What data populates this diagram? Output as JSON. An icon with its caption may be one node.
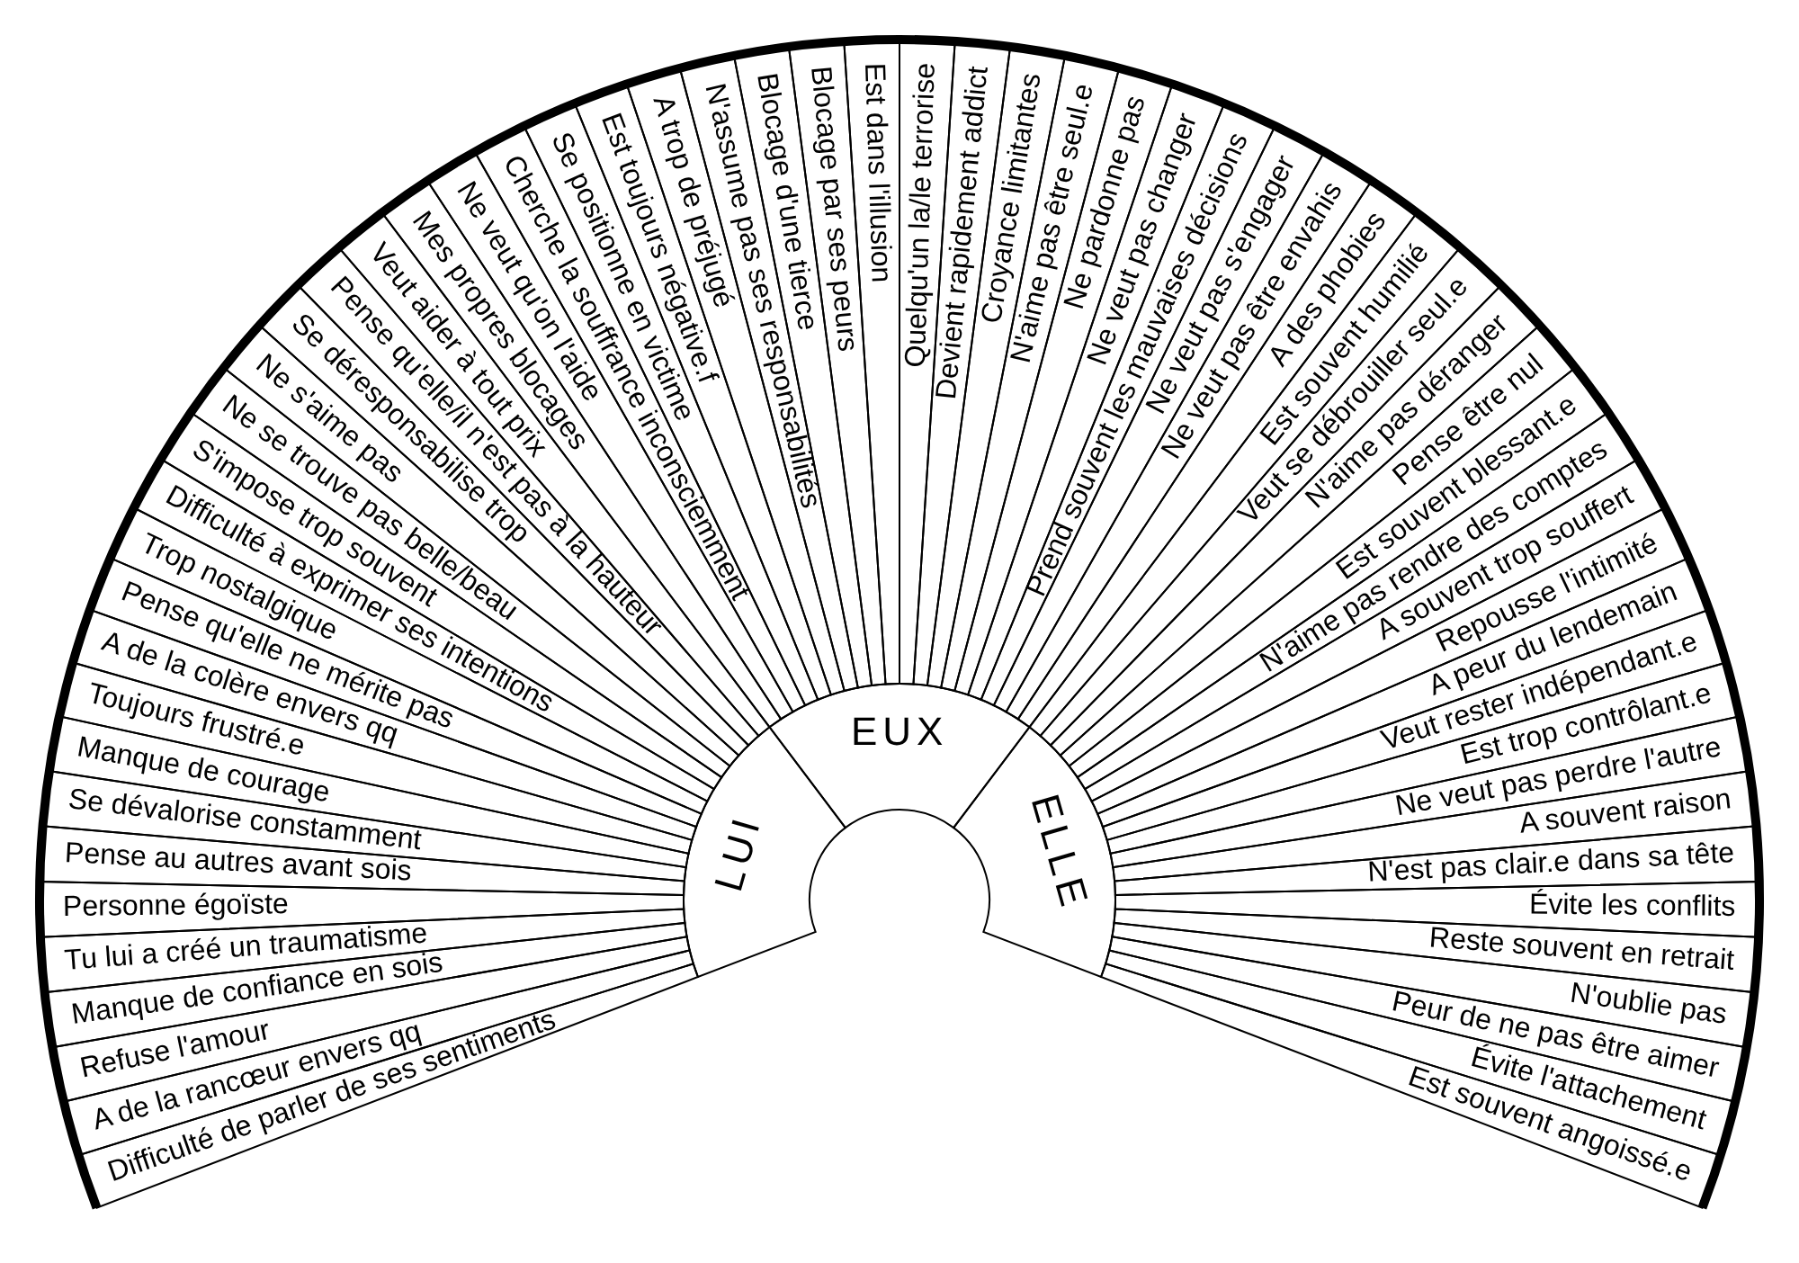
{
  "diagram": {
    "nodes": [
      {
        "text": [
          "LUI"
        ]
      },
      {
        "text": [
          "EUX"
        ]
      },
      {
        "text": [
          "ELLE"
        ]
      },
      {
        "text": [
          "Difficulté de parler de ses sentiments"
        ]
      },
      {
        "text": [
          "A de la rancœur envers qq"
        ]
      },
      {
        "text": [
          "Refuse l'amour"
        ]
      },
      {
        "text": [
          "Manque de confiance en sois"
        ]
      },
      {
        "text": [
          "Tu lui a créé un traumatisme"
        ]
      },
      {
        "text": [
          "Personne égoïste"
        ]
      },
      {
        "text": [
          "Pense au autres avant sois"
        ]
      },
      {
        "text": [
          "Se dévalorise constamment"
        ]
      },
      {
        "text": [
          "Manque de courage"
        ]
      },
      {
        "text": [
          "Toujours frustré.e"
        ]
      },
      {
        "text": [
          "A de la colère envers qq"
        ]
      },
      {
        "text": [
          "Pense qu'elle ne mérite pas"
        ]
      },
      {
        "text": [
          "Trop nostalgique"
        ]
      },
      {
        "text": [
          "Difficulté à exprimer ses intentions"
        ]
      },
      {
        "text": [
          "S'impose trop souvent"
        ]
      },
      {
        "text": [
          "Ne se trouve pas belle/beau"
        ]
      },
      {
        "text": [
          "Ne s'aime pas"
        ]
      },
      {
        "text": [
          "Se déresponsabilise trop"
        ]
      },
      {
        "text": [
          "Pense qu'elle/il n'est pas à la hauteur"
        ]
      },
      {
        "text": [
          "Veut aider à tout prix"
        ]
      },
      {
        "text": [
          "Mes propres blocages"
        ]
      },
      {
        "text": [
          "Ne veut qu'on l'aide"
        ]
      },
      {
        "text": [
          "Cherche la souffrance inconsciemment"
        ]
      },
      {
        "text": [
          "Se positionne en victime"
        ]
      },
      {
        "text": [
          "Est toujours négative.f"
        ]
      },
      {
        "text": [
          "A trop de préjugé"
        ]
      },
      {
        "text": [
          "N'assume pas ses responsabilités"
        ]
      },
      {
        "text": [
          "Blocage d'une tierce"
        ]
      },
      {
        "text": [
          "Blocage par ses peurs"
        ]
      },
      {
        "text": [
          "Est dans l'illusion"
        ]
      },
      {
        "text": [
          "Quelqu'un la/le terrorise"
        ]
      },
      {
        "text": [
          "Devient rapidement addict"
        ]
      },
      {
        "text": [
          "Croyance limitantes"
        ]
      },
      {
        "text": [
          "N'aime pas être seul.e"
        ]
      },
      {
        "text": [
          "Ne pardonne pas"
        ]
      },
      {
        "text": [
          "Ne veut pas changer"
        ]
      },
      {
        "text": [
          "Prend souvent les mauvaises décisions"
        ]
      },
      {
        "text": [
          "Ne veut pas s'engager"
        ]
      },
      {
        "text": [
          "Ne veut pas être envahis"
        ]
      },
      {
        "text": [
          "A des phobies"
        ]
      },
      {
        "text": [
          "Est souvent humilié"
        ]
      },
      {
        "text": [
          "Veut se débrouiller seul.e"
        ]
      },
      {
        "text": [
          "N'aime pas déranger"
        ]
      },
      {
        "text": [
          "Pense être nul"
        ]
      },
      {
        "text": [
          "Est souvent blessant.e"
        ]
      },
      {
        "text": [
          "N'aime pas rendre des comptes"
        ]
      },
      {
        "text": [
          "A souvent trop souffert"
        ]
      },
      {
        "text": [
          "Repousse l'intimité"
        ]
      },
      {
        "text": [
          "A peur du lendemain"
        ]
      },
      {
        "text": [
          "Veut rester indépendant.e"
        ]
      },
      {
        "text": [
          "Est trop contrôlant.e"
        ]
      },
      {
        "text": [
          "Ne veut pas perdre l'autre"
        ]
      },
      {
        "text": [
          "A souvent raison"
        ]
      },
      {
        "text": [
          "N'est pas clair.e dans sa tête"
        ]
      },
      {
        "text": [
          "Évite les conflits"
        ]
      },
      {
        "text": [
          "Reste souvent en retrait"
        ]
      },
      {
        "text": [
          "N'oublie pas"
        ]
      },
      {
        "text": [
          "Peur de ne pas être aimer"
        ]
      },
      {
        "text": [
          "Évite l'attachement"
        ]
      },
      {
        "text": [
          "Est souvent angoissé.e"
        ]
      }
    ]
  }
}
